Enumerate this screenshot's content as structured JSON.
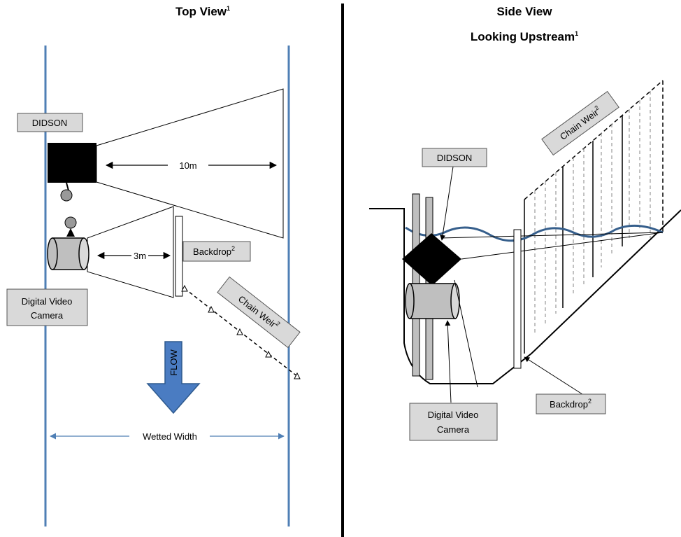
{
  "colors": {
    "bank_blue": "#4f7fb5",
    "water_wave": "#365f8c",
    "flow_arrow": "#4a7cc2",
    "label_fill": "#d9d9d9",
    "camera_gray": "#bfbfbf",
    "didson_black": "#000000"
  },
  "top_view": {
    "title": "Top View",
    "title_sup": "1",
    "didson_label": "DIDSON",
    "range_label": "10m",
    "camera_range_label": "3m",
    "backdrop_label": "Backdrop",
    "backdrop_sup": "2",
    "chain_weir_label": "Chain Weir",
    "chain_weir_sup": "2",
    "camera_label_line1": "Digital Video",
    "camera_label_line2": "Camera",
    "flow_label": "FLOW",
    "width_label": "Wetted Width"
  },
  "side_view": {
    "title_line1": "Side View",
    "title_line2": "Looking Upstream",
    "title_sup": "1",
    "didson_label": "DIDSON",
    "chain_weir_label": "Chain Weir",
    "chain_weir_sup": "2",
    "camera_label_line1": "Digital Video",
    "camera_label_line2": "Camera",
    "backdrop_label": "Backdrop",
    "backdrop_sup": "2"
  }
}
